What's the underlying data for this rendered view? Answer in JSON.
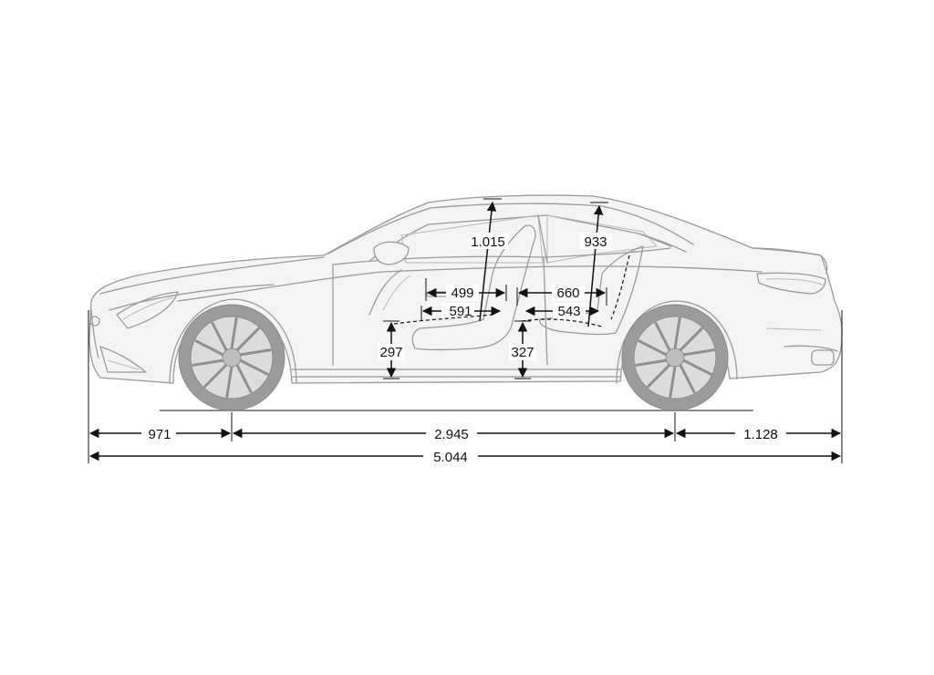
{
  "dimensions": {
    "headroom_front": "1.015",
    "headroom_rear": "933",
    "seat_depth_front": "499",
    "seat_depth_rear": "660",
    "legroom_front": "591",
    "legroom_rear": "543",
    "seat_height_front": "297",
    "seat_height_rear": "327",
    "front_overhang": "971",
    "wheelbase": "2.945",
    "rear_overhang": "1.128",
    "overall_length": "5.044"
  }
}
